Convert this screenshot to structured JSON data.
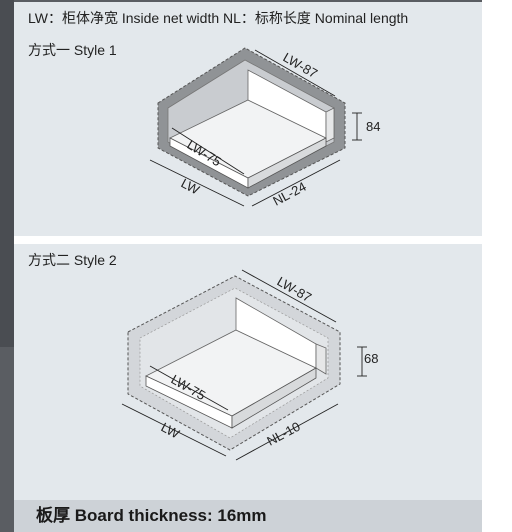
{
  "legend": "LW：柜体净宽 Inside net width NL：标称长度 Nominal length",
  "style1": {
    "label": "方式一 Style 1",
    "dim_back": "LW-87",
    "dim_inner": "LW-75",
    "dim_width": "LW",
    "dim_length": "NL-24",
    "dim_height": "84"
  },
  "style2": {
    "label": "方式二 Style 2",
    "dim_back": "LW-87",
    "dim_inner": "LW-75",
    "dim_width": "LW",
    "dim_length": "NL-10",
    "dim_height": "68"
  },
  "footer": "板厚 Board thickness: 16mm",
  "colors": {
    "panel_bg": "#e3e8ec",
    "cabinet_gray": "#909396",
    "drawer_face": "#ffffff",
    "footer_bg": "#cdd2d7",
    "side_strip": "#4a4d52"
  }
}
